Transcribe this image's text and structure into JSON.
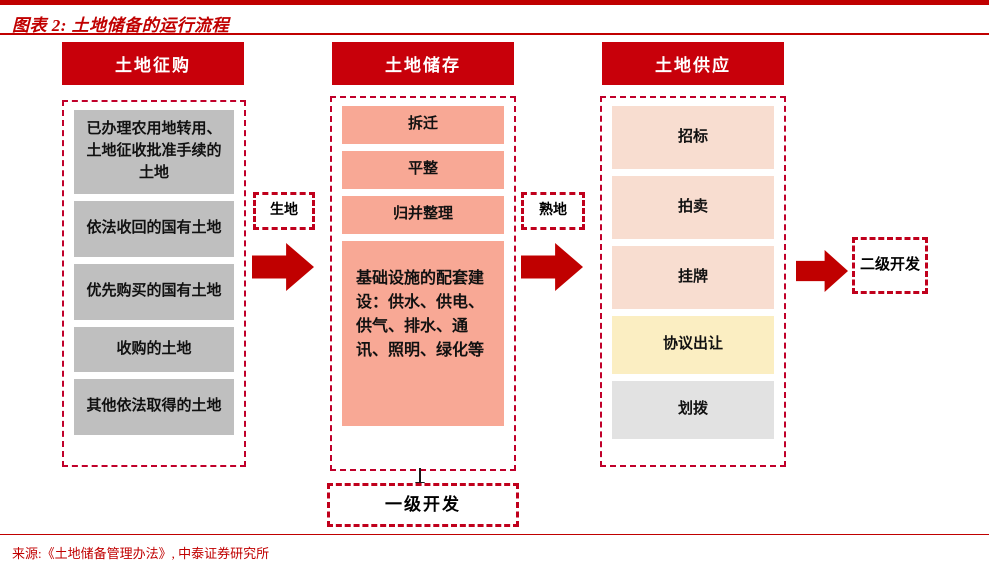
{
  "title": "图表 2:  土地储备的运行流程",
  "colors": {
    "accent_red": "#c00000",
    "header_red": "#c8000a",
    "dashed_red": "#c0002a",
    "gray": "#bfbfbf",
    "salmon": "#f8a895",
    "pink": "#f8ddd0",
    "yellow": "#fbeec2",
    "light_gray": "#e2e2e2"
  },
  "columns": [
    {
      "header": "土地征购",
      "cells": [
        {
          "label": "已办理农用地转用、土地征收批准手续的土地",
          "style": "gray"
        },
        {
          "label": "依法收回的国有土地",
          "style": "gray"
        },
        {
          "label": "优先购买的国有土地",
          "style": "gray"
        },
        {
          "label": "收购的土地",
          "style": "gray"
        },
        {
          "label": "其他依法取得的土地",
          "style": "gray"
        }
      ]
    },
    {
      "header": "土地储存",
      "cells": [
        {
          "label": "拆迁",
          "style": "salmon"
        },
        {
          "label": "平整",
          "style": "salmon"
        },
        {
          "label": "归并整理",
          "style": "salmon"
        },
        {
          "label": "基础设施的配套建设：供水、供电、供气、排水、通讯、照明、绿化等",
          "style": "salmon"
        }
      ]
    },
    {
      "header": "土地供应",
      "cells": [
        {
          "label": "招标",
          "style": "pink"
        },
        {
          "label": "拍卖",
          "style": "pink"
        },
        {
          "label": "挂牌",
          "style": "pink"
        },
        {
          "label": "协议出让",
          "style": "yellow"
        },
        {
          "label": "划拨",
          "style": "lgray"
        }
      ]
    }
  ],
  "connectors": {
    "tag_shengdi": "生地",
    "tag_shoudi": "熟地",
    "tag_erji": "二级开发",
    "tag_yiji": "一级开发"
  },
  "source": "来源:《土地储备管理办法》, 中泰证券研究所"
}
